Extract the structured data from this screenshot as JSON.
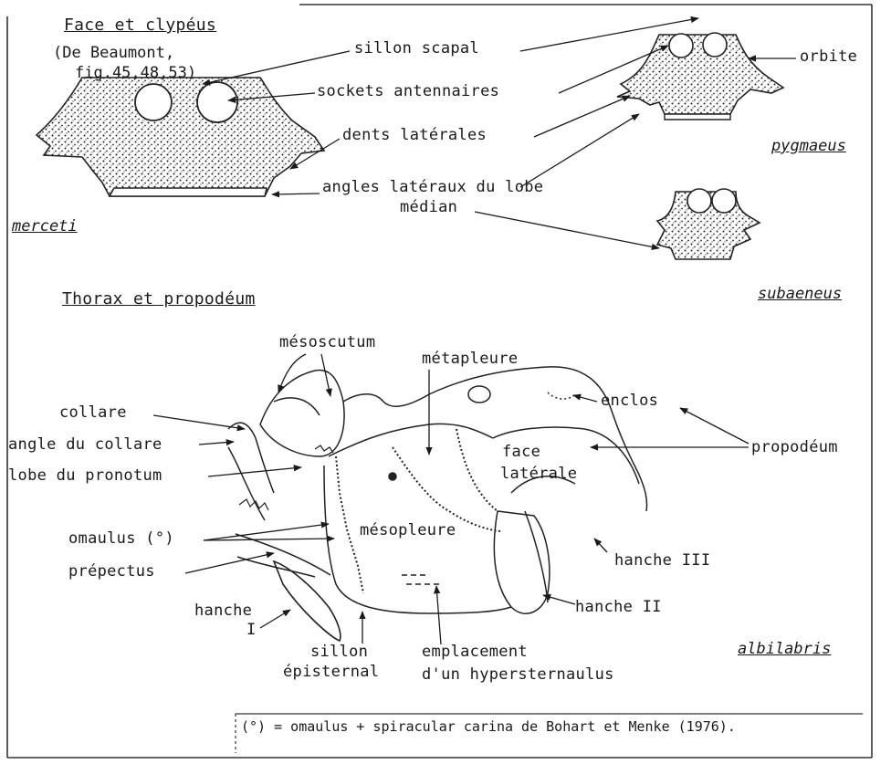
{
  "headings": {
    "face": "Face et clypéus",
    "thorax": "Thorax et propodéum"
  },
  "reference": {
    "line1": "(De Beaumont,",
    "line2": "fig.45,48,53)"
  },
  "species": {
    "merceti": "merceti",
    "pygmaeus": "pygmaeus",
    "subaeneus": "subaeneus",
    "albilabris": "albilabris"
  },
  "face_labels": {
    "sillon_scapal": "sillon scapal",
    "sockets": "sockets antennaires",
    "dents": "dents latérales",
    "angles_line1": "angles latéraux du lobe",
    "angles_line2": "médian",
    "orbite": "orbite"
  },
  "thorax_labels": {
    "mesoscutum": "mésoscutum",
    "metapleure": "métapleure",
    "enclos": "enclos",
    "collare": "collare",
    "angle_collare": "angle du collare",
    "propodeum": "propodéum",
    "lobe_pronotum": "lobe du pronotum",
    "face": "face",
    "laterale": "latérale",
    "omaulus": "omaulus (°)",
    "mesopleure": "mésopleure",
    "hanche_iii": "hanche III",
    "prepectus": "prépectus",
    "hanche_i_1": "hanche",
    "hanche_i_2": "I",
    "hanche_ii": "hanche II",
    "sillon_episternal_1": "sillon",
    "sillon_episternal_2": "épisternal",
    "emplacement_1": "emplacement",
    "emplacement_2": "d'un hypersternaulus"
  },
  "footnote": "(°) = omaulus + spiracular carina de Bohart et Menke (1976)."
}
